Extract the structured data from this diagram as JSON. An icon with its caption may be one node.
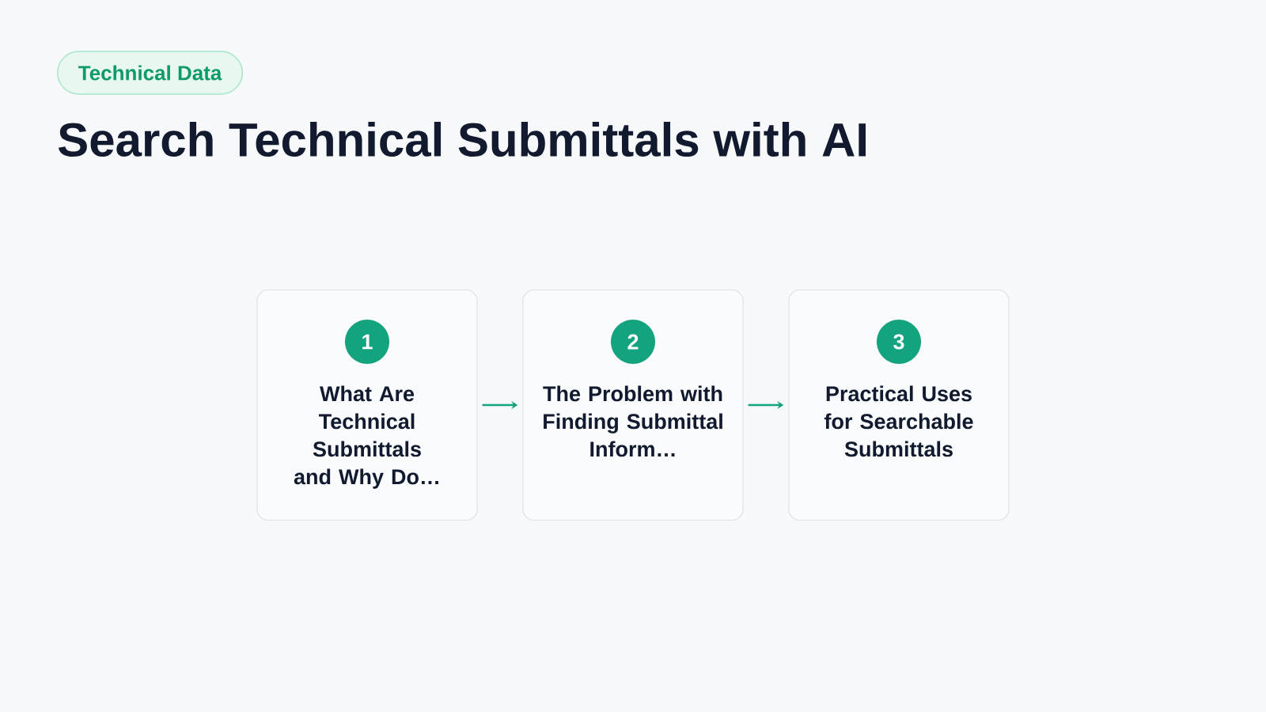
{
  "diagram": {
    "title": "Search Technical Submittals with AI",
    "nodes": [
      {
        "text": [
          "Technical Data"
        ]
      },
      {
        "text": [
          "What Are Technical Submittals and Why Do…"
        ]
      },
      {
        "text": [
          "1"
        ],
        "in": 1
      },
      {
        "text": [
          "The Problem with Finding Submittal Inform…"
        ]
      },
      {
        "text": [
          "2"
        ],
        "in": 3
      },
      {
        "text": [
          "Practical Uses for Searchable Submittals"
        ]
      },
      {
        "text": [
          "3"
        ],
        "in": 5
      }
    ],
    "edges": [
      {
        "from": 1,
        "to": 3,
        "arrow": "to"
      },
      {
        "from": 3,
        "to": 5,
        "arrow": "to"
      }
    ]
  }
}
